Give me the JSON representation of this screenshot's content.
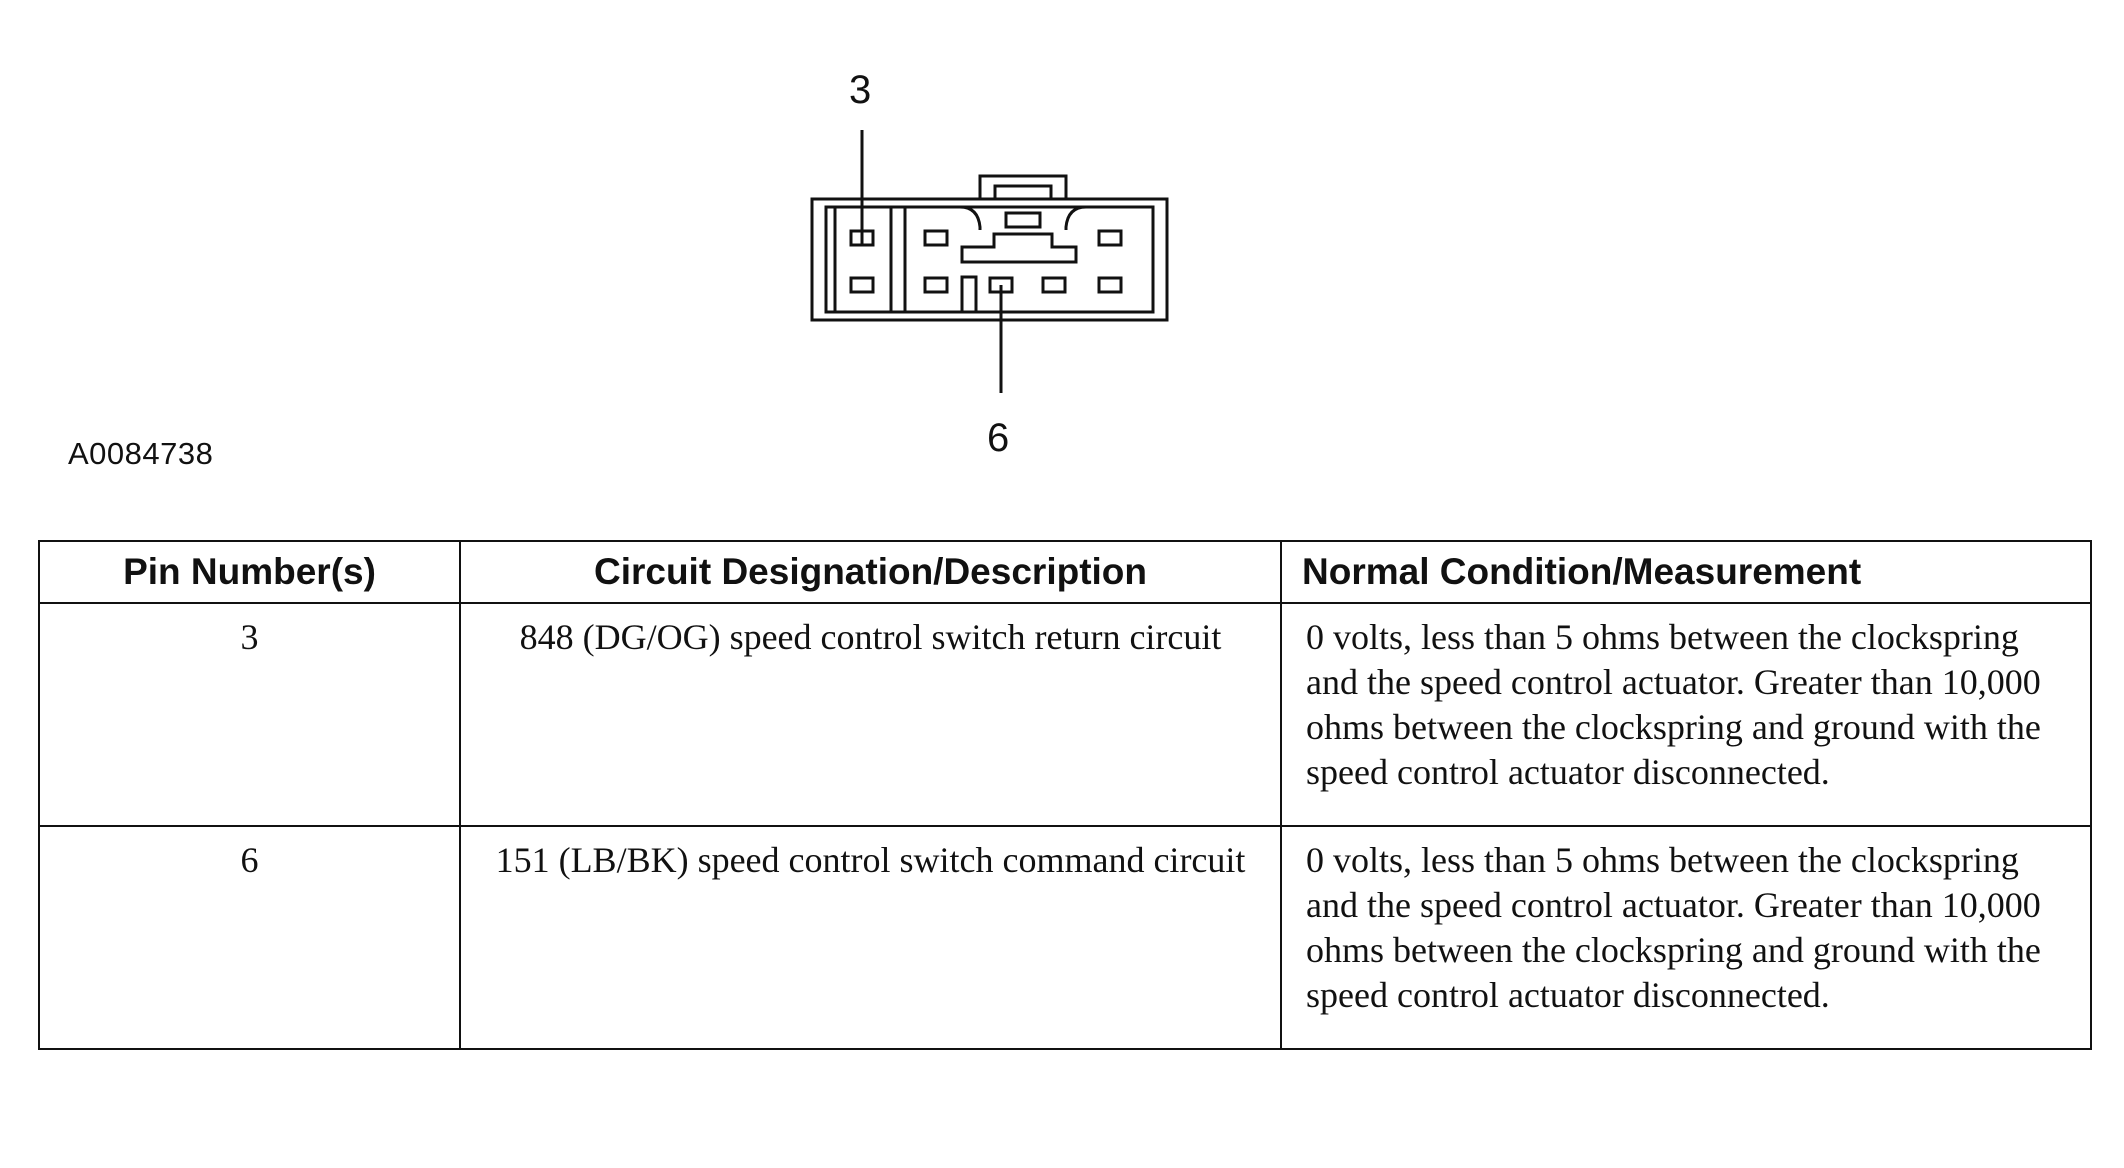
{
  "diagram": {
    "pin_top_label": "3",
    "pin_bottom_label": "6",
    "figure_id": "A0084738"
  },
  "table": {
    "headers": [
      "Pin Number(s)",
      "Circuit Designation/Description",
      "Normal Condition/Measurement"
    ],
    "rows": [
      {
        "pin": "3",
        "circuit": "848 (DG/OG) speed control switch return circuit",
        "condition": "0 volts, less than 5 ohms between the clockspring and the speed control actuator. Greater than 10,000 ohms between the clockspring and ground with the speed control actuator disconnected."
      },
      {
        "pin": "6",
        "circuit": "151 (LB/BK) speed control switch command circuit",
        "condition": "0 volts, less than 5 ohms between the clockspring and the speed control actuator. Greater than 10,000 ohms between the clockspring and ground with the speed control actuator disconnected."
      }
    ]
  }
}
